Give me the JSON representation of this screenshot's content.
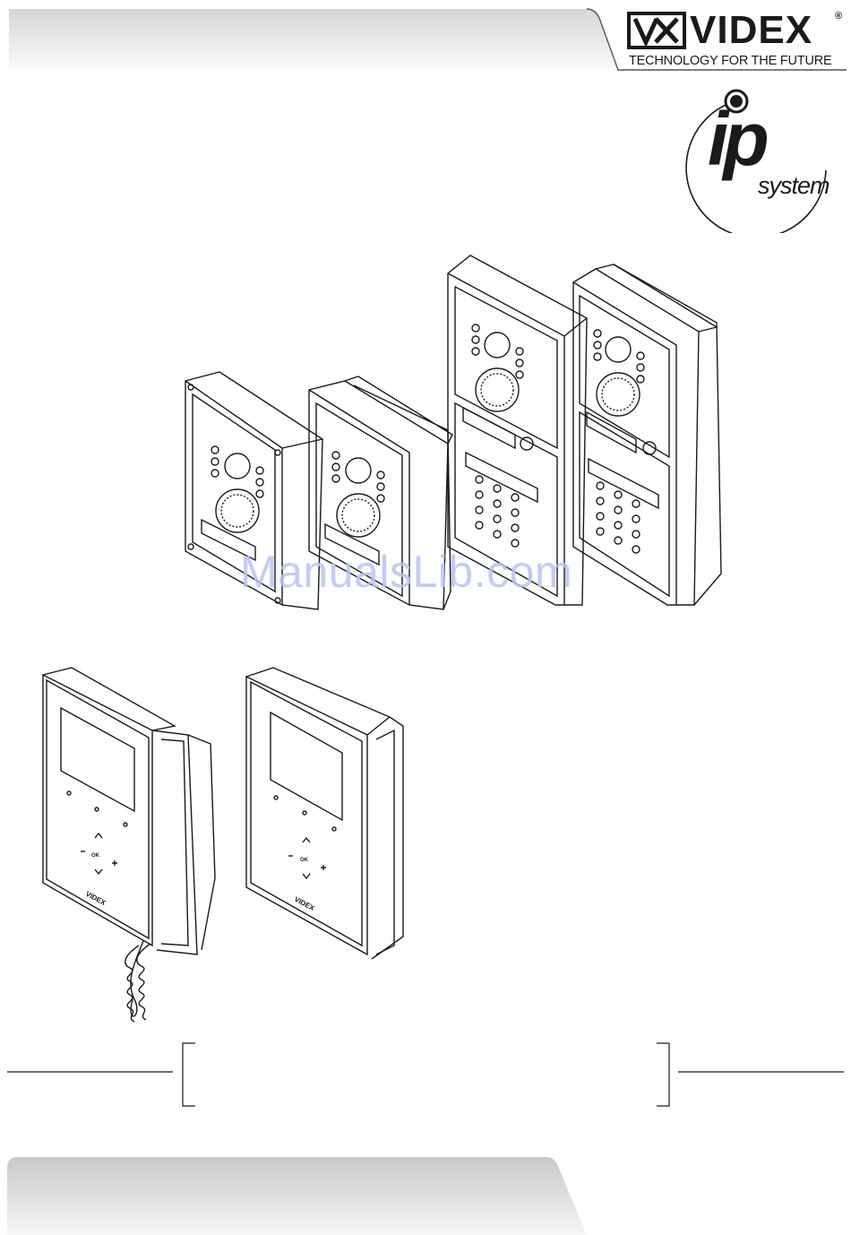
{
  "brand": {
    "name": "VIDEX",
    "registered_mark": "®",
    "tagline": "TECHNOLOGY FOR THE FUTURE",
    "logo_icon": "videx-mark-icon"
  },
  "ip_badge": {
    "letters": "ip",
    "word": "system",
    "icon": "ip-system-badge-icon"
  },
  "illustrations": {
    "panels_icon": "door-entry-panels-icon",
    "monitors_icon": "video-monitors-icon",
    "monitor_brand": "VIDEX",
    "monitor_ok_label": "OK"
  },
  "watermark": {
    "text": "ManualsLib.com"
  },
  "colors": {
    "band_light": "#f4f4f4",
    "band_dark": "#bdbdbd",
    "ink": "#1a1a1a",
    "watermark": "#b9c4f2"
  }
}
